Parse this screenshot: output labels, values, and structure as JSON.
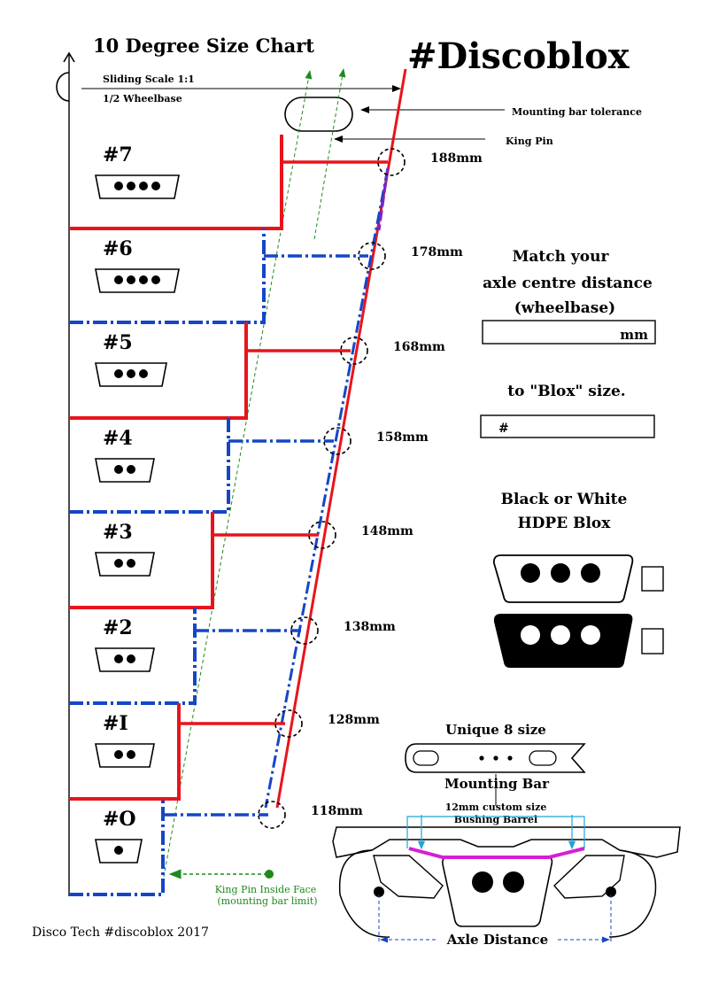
{
  "title": "10 Degree Size Chart",
  "brand": "#Discoblox",
  "scale_label": "Sliding Scale 1:1",
  "half_wheelbase_label": "1/2 Wheelbase",
  "mounting_tolerance_label": "Mounting bar tolerance",
  "king_pin_label": "King Pin",
  "sizes": [
    {
      "label": "#7",
      "holes": 4,
      "mm": "188mm"
    },
    {
      "label": "#6",
      "holes": 4,
      "mm": "178mm"
    },
    {
      "label": "#5",
      "holes": 3,
      "mm": "168mm"
    },
    {
      "label": "#4",
      "holes": 2,
      "mm": "158mm"
    },
    {
      "label": "#3",
      "holes": 2,
      "mm": "148mm"
    },
    {
      "label": "#2",
      "holes": 2,
      "mm": "138mm"
    },
    {
      "label": "#I",
      "holes": 2,
      "mm": "128mm"
    },
    {
      "label": "#O",
      "holes": 1,
      "mm": "118mm"
    }
  ],
  "match_line1": "Match your",
  "match_line2": "axle centre distance",
  "match_line3": "(wheelbase)",
  "mm_box_text": "mm",
  "blox_size_label": "to \"Blox\" size.",
  "blox_box_text": "#",
  "hdpe_line1": "Black or White",
  "hdpe_line2": "HDPE Blox",
  "unique_label": "Unique   8 size",
  "mounting_bar_label": "Mounting Bar",
  "barrel_line1": "12mm custom size",
  "barrel_line2": "Bushing Barrel",
  "axle_distance_label": "Axle Distance",
  "king_pin_face_line1": "King Pin Inside Face",
  "king_pin_face_line2": "(mounting bar limit)",
  "footer": "Disco Tech  #discoblox 2017",
  "colors": {
    "red": "#e8141c",
    "blue": "#1546c8",
    "green": "#1d8a1d",
    "magenta": "#d51fd5",
    "cyan": "#1ba6d8"
  }
}
